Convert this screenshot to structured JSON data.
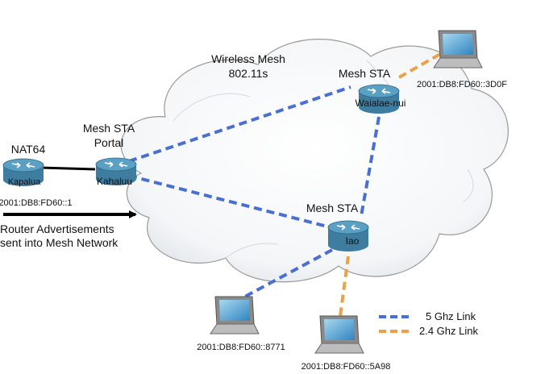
{
  "cloud": {
    "title_line1": "Wireless Mesh",
    "title_line2": "802.11s"
  },
  "nodes": {
    "kapalua": {
      "role": "NAT64",
      "name": "Kapalua",
      "address": "2001:DB8:FD60::1"
    },
    "kahaluu": {
      "role_line1": "Mesh STA",
      "role_line2": "Portal",
      "name": "Kahaluu"
    },
    "waialae": {
      "role": "Mesh STA",
      "name": "Waialae-nui"
    },
    "iao": {
      "role": "Mesh STA",
      "name": "Iao"
    }
  },
  "laptops": {
    "top_right": {
      "address": "2001:DB8:FD60::3D0F"
    },
    "bottom_left": {
      "address": "2001:DB8:FD60::8771"
    },
    "bottom_center": {
      "address": "2001:DB8:FD60::5A98"
    }
  },
  "annotation": {
    "line1": "Router Advertisements",
    "line2": "sent into Mesh Network"
  },
  "legend": {
    "five_ghz": {
      "label": "5 Ghz Link",
      "color": "#4a6fd4"
    },
    "two_ghz": {
      "label": "2.4 Ghz Link",
      "color": "#e8a24c"
    }
  },
  "colors": {
    "router_body": "#3f7da0",
    "router_top": "#5aa0c4",
    "cloud_fill": "#ffffff",
    "cloud_stroke": "#9a9a9a"
  }
}
